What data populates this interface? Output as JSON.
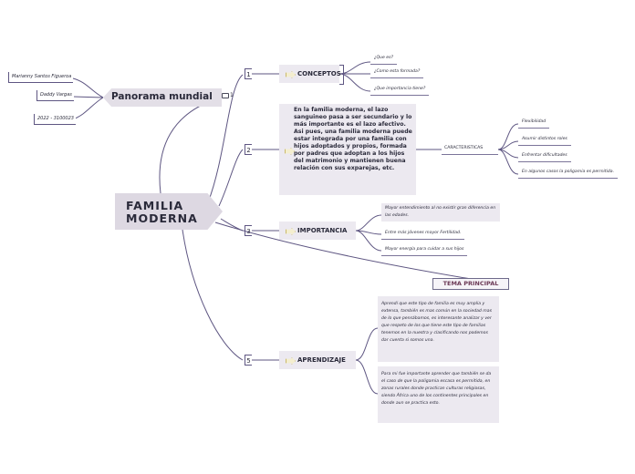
{
  "central_topic": "FAMILIA\nMODERNA",
  "panorama": {
    "label": "Panorama mundial",
    "note_count": "1",
    "tags": [
      "Marianny Santos Figueroa",
      "Daddy Vargas",
      "2022 - 3100023"
    ]
  },
  "branches": [
    {
      "number": "1",
      "label": "CONCEPTOS",
      "items": [
        "¿Que es?",
        "¿Como esta formada?",
        "¿Que importancia tiene?"
      ]
    },
    {
      "number": "2",
      "text": "En la familia moderna, el lazo sanguineo pasa a ser secundario y lo más importante es el lazo afectivo. Asi pues, una familia moderna puede estar integrada por una familia con hijos adoptados y propios, formada por padres que adoptan a los hijos del matrimonio y mantienen buena relación con sus exparejas, etc.",
      "sub_label": "CARACTERISTICAS",
      "items": [
        "Flexibilidad",
        "Asumir distintos roles",
        "Enfrentar dificultades",
        "En algunos casos la poligamia es permitida."
      ]
    },
    {
      "number": "3",
      "label": "IMPORTANCIA",
      "items": [
        "Mayor entendimiento al no existir gran diferencia en las edades.",
        "Entre más jóvenes mayor Fertilidad.",
        "Mayor energía para cuidar a sus hijos"
      ]
    },
    {
      "number": "5",
      "label": "APRENDIZAJE",
      "items": [
        "Aprendí que este tipo de familia es muy amplia y extensa, también es mas común en la sociedad mas de lo que pensábamos, es interesante analizar y ver que respeto de los que tiene este tipo de familias tenemos en la nuestra y clasificando nos podemos dar cuenta si somos una.",
        "Para mi fue importante aprender que también se da el caso de que la poligamia escasa es permitida, en zonas rurales donde practican culturas religiosas, siendo África uno de los continentes principales en donde aun se practica esto."
      ]
    }
  ],
  "floating_label": "TEMA PRINCIPAL",
  "colors": {
    "central_fill": "#ddd8e2",
    "branch_fill": "#ece9f0",
    "line": "#5e5682",
    "accent_text": "#6c3a56"
  }
}
